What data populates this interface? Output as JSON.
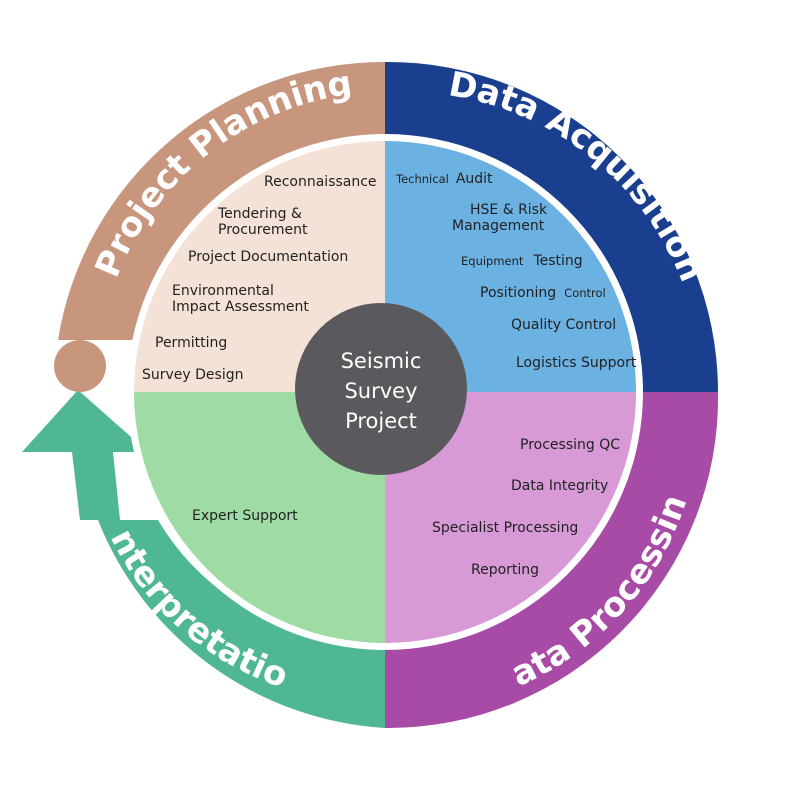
{
  "center": {
    "line1": "Seismic",
    "line2": "Survey",
    "line3": "Project"
  },
  "phases": {
    "planning": {
      "label": "Project Planning",
      "items": {
        "reconnaissance": "Reconnaissance",
        "tendering_1": "Tendering &",
        "tendering_2": "Procurement",
        "documentation": "Project Documentation",
        "eia_1": "Environmental",
        "eia_2": "Impact Assessment",
        "permitting": "Permitting",
        "survey_design": "Survey Design"
      }
    },
    "acquisition": {
      "label": "Data Acquisition",
      "items": {
        "technical": "Technical",
        "audit": "Audit",
        "hse_1": "HSE & Risk",
        "hse_2": "Management",
        "equipment": "Equipment",
        "testing": "Testing",
        "positioning": "Positioning",
        "control": "Control",
        "quality_control": "Quality Control",
        "logistics": "Logistics Support"
      }
    },
    "processing": {
      "label": "Data Processing",
      "items": {
        "processing_qc": "Processing QC",
        "data_integrity": "Data Integrity",
        "specialist": "Specialist Processing",
        "reporting": "Reporting"
      }
    },
    "interpretation": {
      "label": "Interpretation",
      "items": {
        "expert_support": "Expert Support"
      }
    }
  },
  "colors": {
    "planning_ring": "#c8957d",
    "planning_fill": "#f4e2d6",
    "acquisition_ring": "#1b3f8f",
    "acquisition_fill": "#6bb1e2",
    "processing_ring": "#a74ba6",
    "processing_fill": "#d79ad7",
    "interpretation_ring": "#4fb892",
    "interpretation_fill": "#9fdba4",
    "center_fill": "#5a5a5e"
  }
}
